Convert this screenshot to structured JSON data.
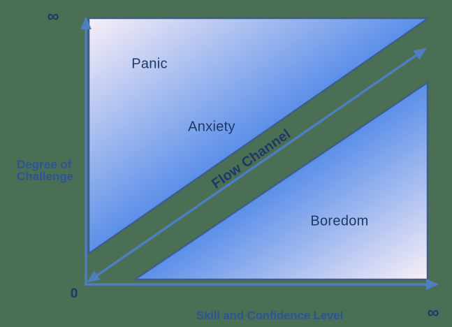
{
  "colors": {
    "background": "#4a6f55",
    "gradient_light": "#f9eff7",
    "gradient_blue": "#5b8fe9",
    "shape_border": "#3d5f85",
    "arrow_blue": "#4d7fc0",
    "region_label": "#1f3864",
    "axis_label": "#2e5496"
  },
  "diagram": {
    "regions": {
      "panic": "Panic",
      "anxiety": "Anxiety",
      "boredom": "Boredom"
    },
    "channel_label": "Flow Channel",
    "y_axis": {
      "title": "Degree of\nChallenge",
      "origin_label": "0",
      "max_label": "∞"
    },
    "x_axis": {
      "title": "Skill and Confidence Level",
      "max_label": "∞"
    }
  }
}
